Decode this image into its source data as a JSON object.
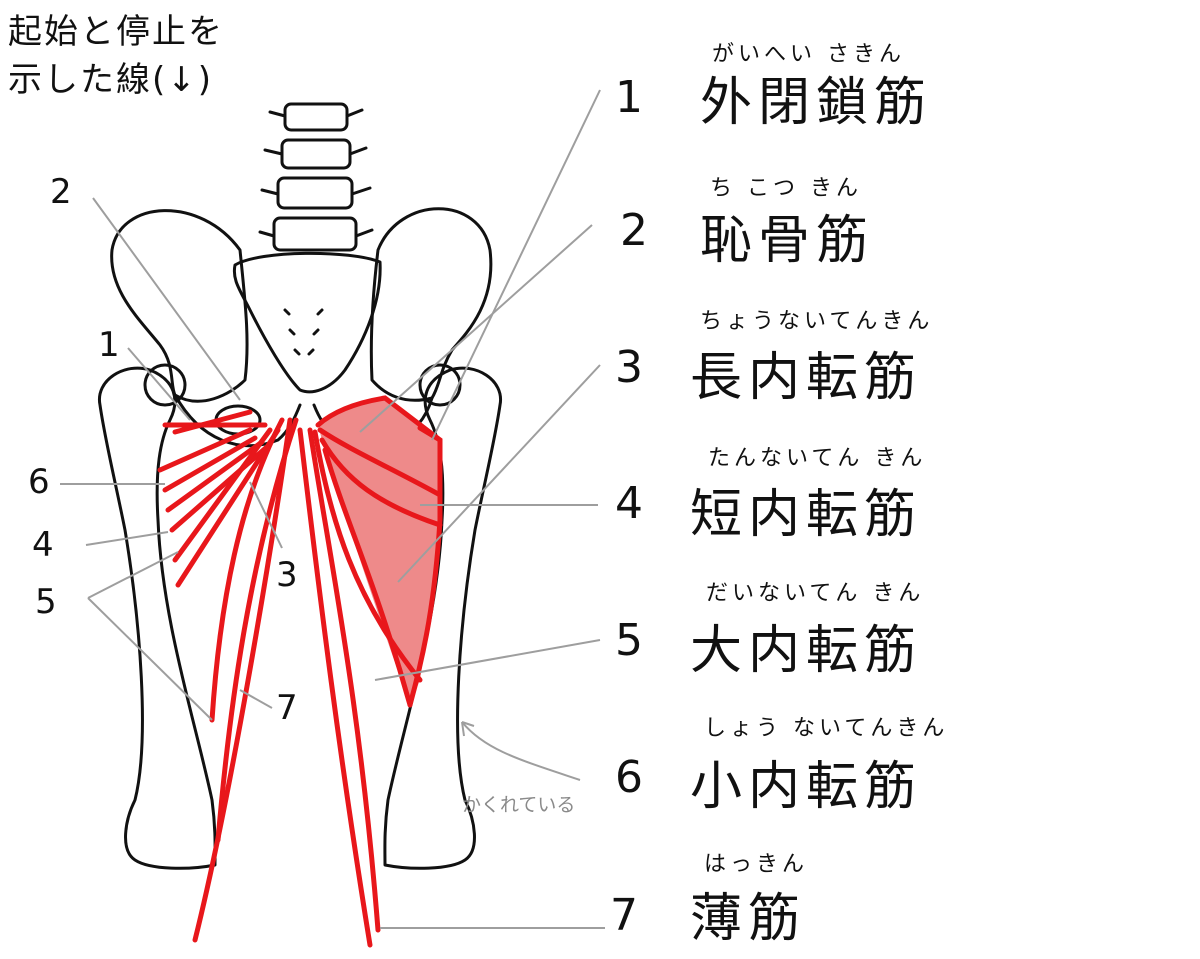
{
  "caption": {
    "line1": "起始と停止を",
    "line2": "示した線(↓)"
  },
  "hidden_note": "かくれている",
  "colors": {
    "muscle": "#e8171b",
    "fill": "#ee8a8a",
    "leader": "#9e9e9e",
    "bone": "#111111"
  },
  "legend": [
    {
      "num": "1",
      "ruby": "がいへい さきん",
      "name": "外閉鎖筋"
    },
    {
      "num": "2",
      "ruby": "ち こつ きん",
      "name": "恥骨筋"
    },
    {
      "num": "3",
      "ruby": "ちょうないてんきん",
      "name": "長内転筋"
    },
    {
      "num": "4",
      "ruby": "たんないてん きん",
      "name": "短内転筋"
    },
    {
      "num": "5",
      "ruby": "だいないてん きん",
      "name": "大内転筋"
    },
    {
      "num": "6",
      "ruby": "しょう ないてんきん",
      "name": "小内転筋"
    },
    {
      "num": "7",
      "ruby": "はっきん",
      "name": "薄筋"
    }
  ],
  "left_labels": [
    "2",
    "1",
    "6",
    "4",
    "5",
    "3",
    "7"
  ]
}
